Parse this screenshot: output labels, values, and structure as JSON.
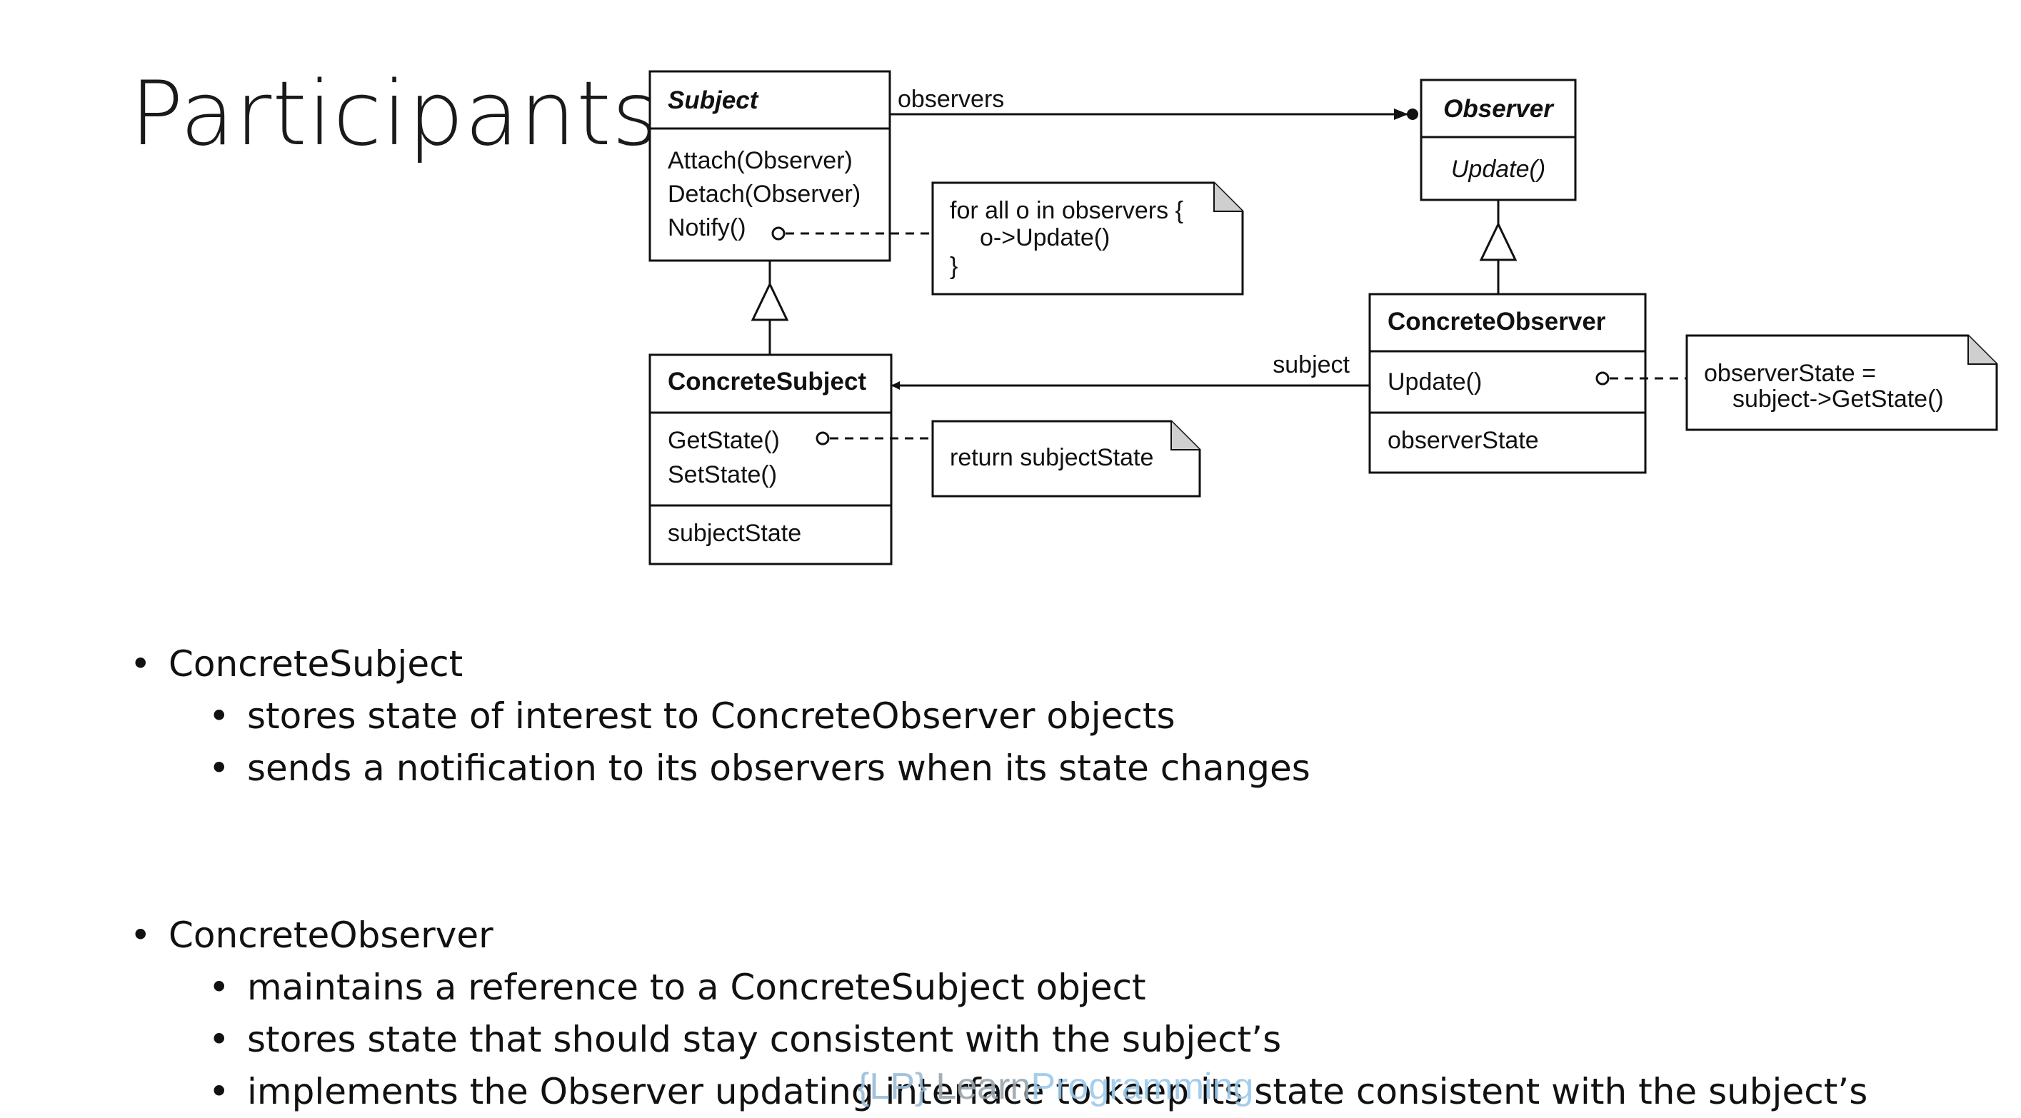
{
  "slide": {
    "title": "Participants"
  },
  "diagram": {
    "subject": {
      "name": "Subject",
      "methods": [
        "Attach(Observer)",
        "Detach(Observer)",
        "Notify()"
      ]
    },
    "observer": {
      "name": "Observer",
      "methods": [
        "Update()"
      ]
    },
    "concrete_subject": {
      "name": "ConcreteSubject",
      "methods": [
        "GetState()",
        "SetState()"
      ],
      "attributes": [
        "subjectState"
      ]
    },
    "concrete_observer": {
      "name": "ConcreteObserver",
      "methods": [
        "Update()"
      ],
      "attributes": [
        "observerState"
      ]
    },
    "association_labels": {
      "observers": "observers",
      "subject": "subject"
    },
    "notes": {
      "notify": [
        "for all o in observers {",
        "o->Update()",
        "}"
      ],
      "get_state": [
        "return subjectState"
      ],
      "update": [
        "observerState =",
        "subject->GetState()"
      ]
    }
  },
  "bullets": [
    {
      "label": "ConcreteSubject",
      "items": [
        "stores state of interest to ConcreteObserver objects",
        "sends a notification to its observers when its state changes"
      ]
    },
    {
      "label": "ConcreteObserver",
      "items": [
        "maintains a reference to a ConcreteSubject object",
        "stores state that should stay consistent with the subject’s",
        "implements the Observer updating interface to keep its state consistent with the subject’s"
      ]
    }
  ],
  "footer": {
    "logo_mark": "{LP}",
    "logo_word_1": "Learn",
    "logo_word_2": "Programming"
  },
  "colors": {
    "logo": "#9cc9ea"
  }
}
